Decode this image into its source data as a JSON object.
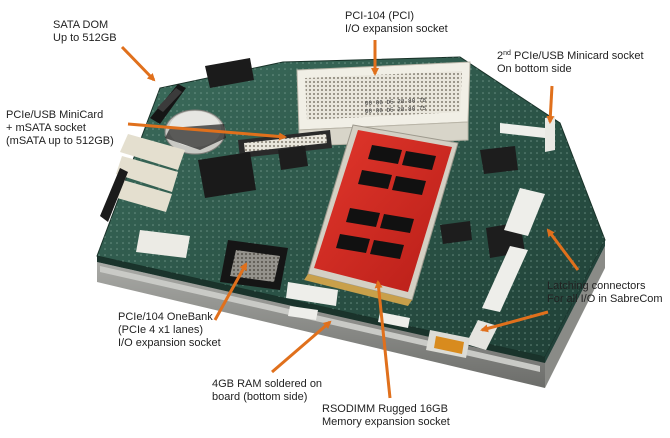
{
  "callouts": {
    "sata_dom": {
      "line1": "SATA DOM",
      "line2": "Up to 512GB"
    },
    "pci104": {
      "line1": "PCI-104 (PCI)",
      "line2": "I/O expansion socket"
    },
    "minicard_bottom": {
      "line1_pre": "2",
      "line1_sup": "nd",
      "line1_post": " PCIe/USB Minicard socket",
      "line2": "On bottom side"
    },
    "minicard_msata": {
      "line1": "PCIe/USB MiniCard",
      "line2": "+ mSATA socket",
      "line3": "(mSATA up to 512GB)"
    },
    "onebank": {
      "line1": "PCIe/104 OneBank",
      "line2": "(PCIe 4 x1 lanes)",
      "line3": "I/O expansion socket"
    },
    "ram_soldered": {
      "line1": "4GB RAM soldered on",
      "line2": "board (bottom side)"
    },
    "rsodimm": {
      "line1": "RSODIMM Rugged 16GB",
      "line2": "Memory expansion socket"
    },
    "latching": {
      "line1": "Latching connectors",
      "line2": "For all I/O in SabreCom"
    }
  },
  "board_print": {
    "pci_line1": "00 06 D5 28 80 78",
    "pci_line2": "00 06 D5 28 80 75"
  },
  "colors": {
    "arrow": "#e0701c",
    "pcb": "#2c5548",
    "dimm": "#d62a22",
    "connector_white": "#eeeeea"
  }
}
